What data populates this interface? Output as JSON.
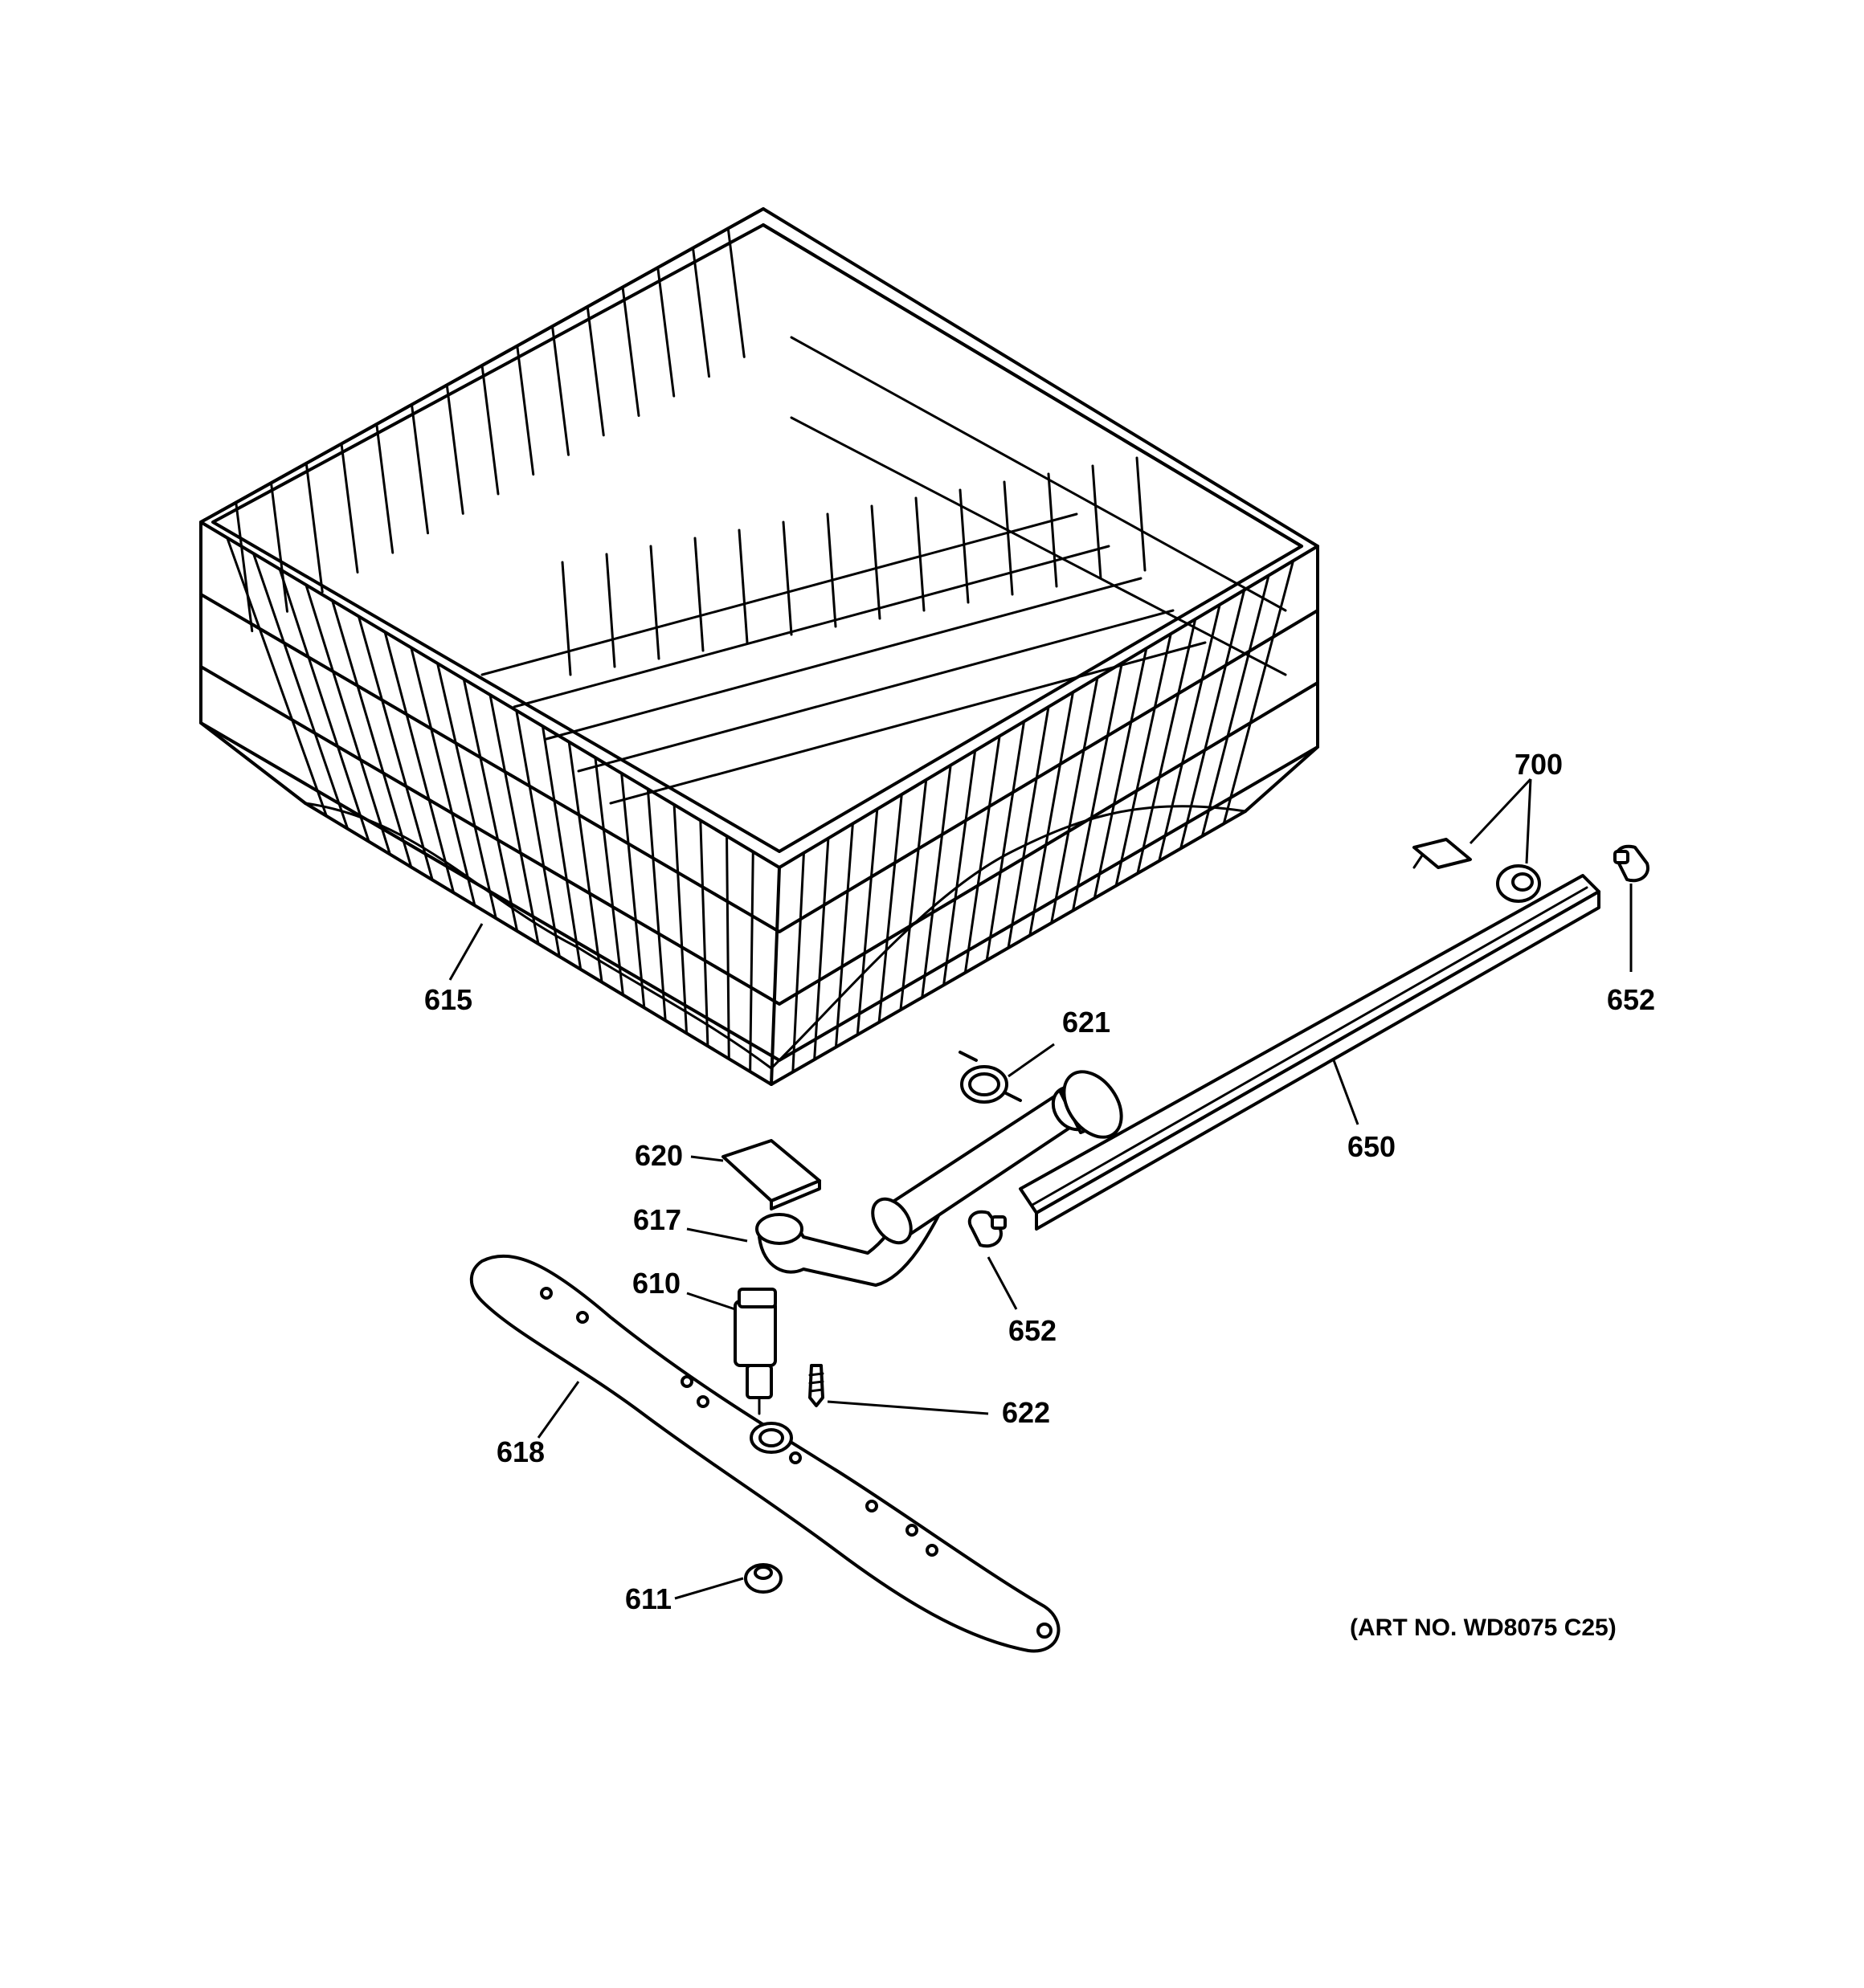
{
  "callouts": {
    "c615": "615",
    "c621": "621",
    "c620": "620",
    "c617": "617",
    "c610": "610",
    "c618": "618",
    "c611": "611",
    "c622": "622",
    "c652a": "652",
    "c652b": "652",
    "c650": "650",
    "c700": "700"
  },
  "art_number": "(ART NO. WD8075 C25)"
}
